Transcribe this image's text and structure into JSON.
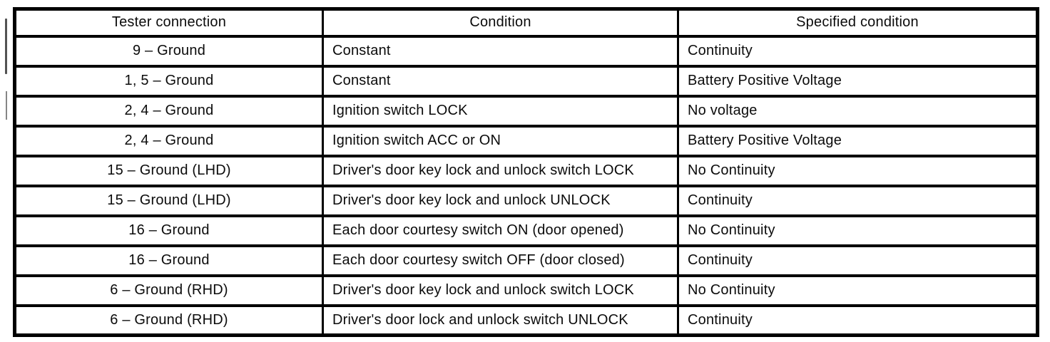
{
  "table": {
    "headers": [
      "Tester connection",
      "Condition",
      "Specified condition"
    ],
    "rows": [
      [
        "9 – Ground",
        "Constant",
        "Continuity"
      ],
      [
        "1, 5 – Ground",
        "Constant",
        "Battery Positive Voltage"
      ],
      [
        "2, 4 – Ground",
        "Ignition switch LOCK",
        "No voltage"
      ],
      [
        "2, 4 – Ground",
        "Ignition switch ACC or ON",
        "Battery Positive Voltage"
      ],
      [
        "15 – Ground (LHD)",
        "Driver's door key lock and unlock switch LOCK",
        "No Continuity"
      ],
      [
        "15 – Ground (LHD)",
        "Driver's door key lock and unlock UNLOCK",
        "Continuity"
      ],
      [
        "16 – Ground",
        "Each door courtesy switch ON (door opened)",
        "No Continuity"
      ],
      [
        "16 – Ground",
        "Each door courtesy switch OFF (door closed)",
        "Continuity"
      ],
      [
        "6 – Ground (RHD)",
        "Driver's door key lock and unlock switch LOCK",
        "No Continuity"
      ],
      [
        "6 – Ground (RHD)",
        "Driver's door lock and unlock switch UNLOCK",
        "Continuity"
      ]
    ]
  }
}
